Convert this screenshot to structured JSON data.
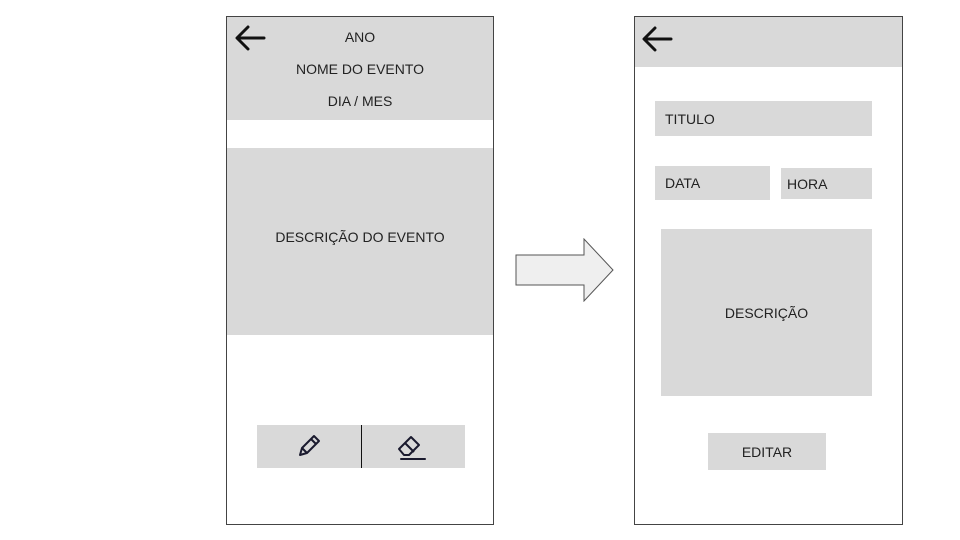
{
  "screen_view": {
    "header": {
      "year": "ANO",
      "event_name": "NOME DO EVENTO",
      "day_month": "DIA / MES"
    },
    "description": "DESCRIÇÃO DO EVENTO",
    "actions": {
      "edit_icon": "pencil-icon",
      "delete_icon": "eraser-icon"
    }
  },
  "transition": {
    "icon": "arrow-right-icon"
  },
  "screen_edit": {
    "fields": {
      "title": "TITULO",
      "date": "DATA",
      "time": "HORA",
      "description": "DESCRIÇÃO"
    },
    "edit_button": "EDITAR"
  },
  "colors": {
    "panel": "#d9d9d9",
    "border": "#444444",
    "icon": "#1a1a2e"
  }
}
